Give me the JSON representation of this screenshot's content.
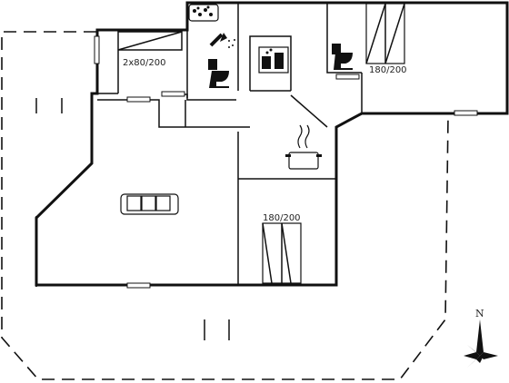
{
  "plan": {
    "bed_labels": [
      "2x80/200",
      "180/200",
      "180/200"
    ],
    "north_label": "N"
  },
  "colors": {
    "wall": "#111111",
    "background": "#ffffff"
  },
  "icons": [
    "spa-bath-icon",
    "shower-icon",
    "toilet-icon",
    "sauna-icon",
    "toilet-icon",
    "stove-pot-icon",
    "sofa-icon",
    "compass-icon"
  ]
}
